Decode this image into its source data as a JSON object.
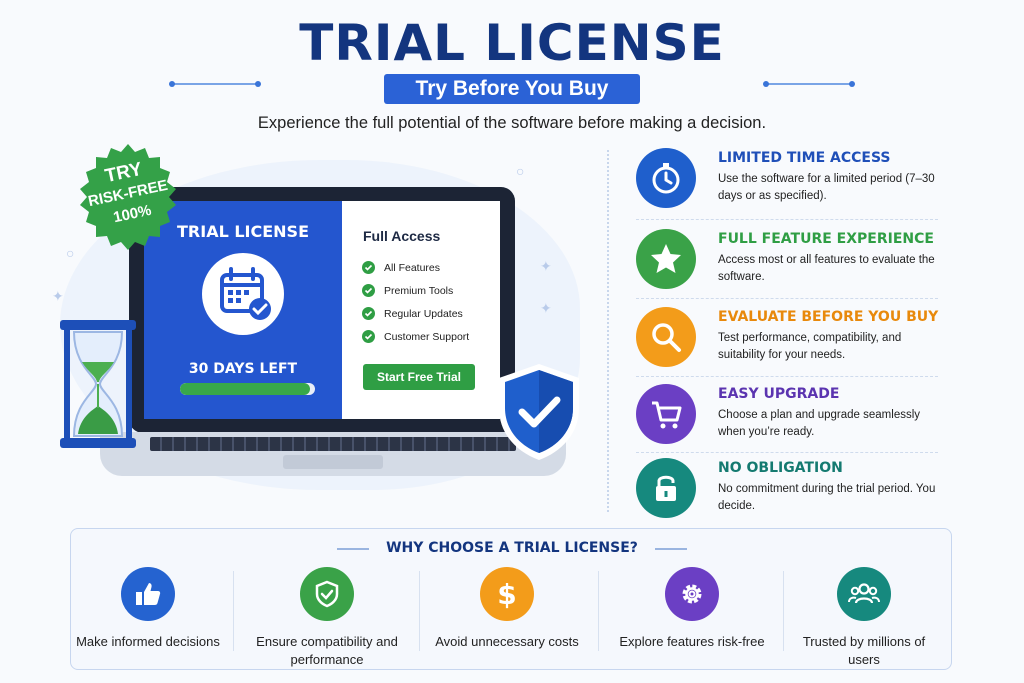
{
  "header": {
    "title": "TRIAL LICENSE",
    "subtitle": "Try Before You Buy",
    "tagline": "Experience the full potential of the software before making a decision."
  },
  "badge": {
    "line1": "TRY",
    "line2": "RISK-FREE",
    "line3": "100%"
  },
  "screen": {
    "title": "TRIAL LICENSE",
    "days_left": "30 DAYS LEFT",
    "progress_fraction": 0.96,
    "access_title": "Full Access",
    "features": [
      "All Features",
      "Premium Tools",
      "Regular Updates",
      "Customer Support"
    ],
    "cta_label": "Start Free Trial"
  },
  "features": [
    {
      "title": "LIMITED TIME ACCESS",
      "desc": "Use the software for a limited period (7–30 days or as specified).",
      "icon": "stopwatch-icon",
      "color": "#1f5fcc",
      "title_color": "#1f4fb8"
    },
    {
      "title": "FULL FEATURE EXPERIENCE",
      "desc": "Access most or all features to evaluate the software.",
      "icon": "star-icon",
      "color": "#3aa248",
      "title_color": "#2f9e44"
    },
    {
      "title": "EVALUATE BEFORE YOU BUY",
      "desc": "Test performance, compatibility, and suitability for your needs.",
      "icon": "magnifier-icon",
      "color": "#f39c1a",
      "title_color": "#e8890c"
    },
    {
      "title": "EASY UPGRADE",
      "desc": "Choose a plan and upgrade seamlessly when you’re ready.",
      "icon": "cart-icon",
      "color": "#6b3fc4",
      "title_color": "#5b34b0"
    },
    {
      "title": "NO OBLIGATION",
      "desc": "No commitment during the trial period. You decide.",
      "icon": "lock-icon",
      "color": "#16897e",
      "title_color": "#147a70"
    }
  ],
  "why": {
    "title": "WHY CHOOSE A TRIAL LICENSE?",
    "items": [
      {
        "text": "Make informed decisions",
        "icon": "thumbs-up-icon",
        "color": "#2563d0"
      },
      {
        "text": "Ensure compatibility and performance",
        "icon": "shield-check-icon",
        "color": "#3aa248"
      },
      {
        "text": "Avoid unnecessary costs",
        "icon": "dollar-icon",
        "color": "#f39c1a"
      },
      {
        "text": "Explore features risk-free",
        "icon": "gear-icon",
        "color": "#6b3fc4"
      },
      {
        "text": "Trusted by millions of users",
        "icon": "users-icon",
        "color": "#16897e"
      }
    ]
  }
}
